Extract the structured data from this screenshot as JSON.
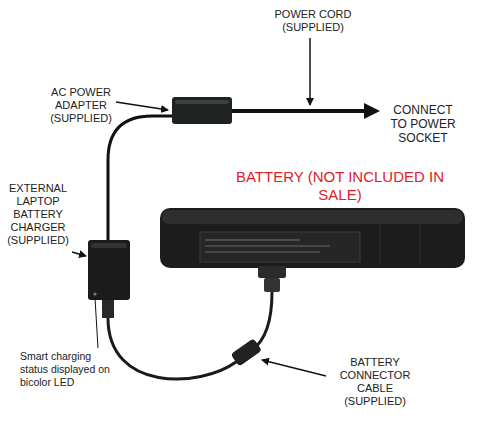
{
  "diagram": {
    "labels": [
      "POWER CORD (SUPPLIED)",
      "AC POWER ADAPTER (SUPPLIED)",
      "CONNECT TO POWER SOCKET",
      "BATTERY (NOT INCLUDED IN SALE)",
      "EXTERNAL LAPTOP BATTERY CHARGER (SUPPLIED)",
      "Smart charging status displayed on bicolor LED",
      "BATTERY CONNECTOR CABLE (SUPPLIED)"
    ]
  }
}
